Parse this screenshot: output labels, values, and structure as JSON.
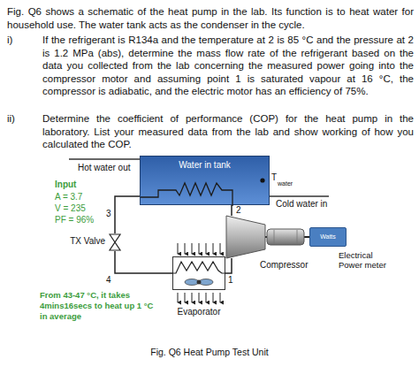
{
  "diagram": {
    "caption": "Fig. Q6 Heat Pump Test Unit",
    "nodes": [
      {
        "text": [
          "Water in tank"
        ]
      },
      {
        "text": [
          "Watts",
          "Electrical Power meter"
        ]
      },
      {
        "text": [
          "TX Valve"
        ]
      },
      {
        "text": [
          "Compressor"
        ]
      },
      {
        "text": [
          "Evaporator"
        ]
      }
    ],
    "edges": [
      {
        "from": 3,
        "to": 0,
        "arrow": "none"
      },
      {
        "from": 0,
        "to": 2,
        "arrow": "none"
      },
      {
        "from": 2,
        "to": 4,
        "arrow": "none"
      },
      {
        "from": 4,
        "to": 3,
        "arrow": "none"
      },
      {
        "from": 1,
        "to": 3,
        "arrow": "none"
      }
    ],
    "labels": [
      "Fig. Q6 shows a schematic of the heat pump in the lab. Its function is to heat water for household use. The water tank acts as the condenser in the cycle.",
      "i)",
      "If the refrigerant is R134a and the temperature at 2 is 85 °C and the pressure at 2 is 1.2 MPa (abs), determine the mass flow rate of the refrigerant based on the data you collected from the lab concerning the measured power going into the compressor motor and assuming point 1 is saturated vapour at 16 °C, the compressor is adiabatic, and the electric motor has an efficiency of 75%.",
      "ii)",
      "Determine the coefficient of performance (COP) for the heat pump in the laboratory. List your measured data from the lab and show working of how you calculated the COP.",
      "Hot water out",
      "Input",
      "A = 3.7",
      "V = 235",
      "PF = 96%",
      "T",
      "water",
      "Cold water in",
      "3",
      "2",
      "4",
      "1",
      "From 43-47 °C, it takes 4mins16secs to heat up 1 °C in average"
    ]
  }
}
